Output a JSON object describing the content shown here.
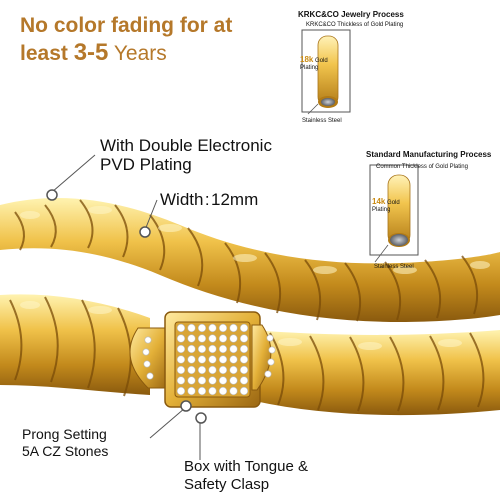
{
  "headline": {
    "line1": "No color fading for at",
    "line2_prefix": "least ",
    "line2_years": "3-5",
    "line2_suffix": " Years"
  },
  "labels": {
    "plating_line1": "With Double Electronic",
    "plating_line2": "PVD Plating",
    "width": "Width : 12mm",
    "prong_line1": "Prong Setting",
    "prong_line2": "5A CZ Stones",
    "box_line1": "Box with Tongue &",
    "box_line2": "Safety Clasp"
  },
  "krkc_process": {
    "title": "KRKC&CO Jewelry Process",
    "subtitle": "KRKC&CO Thickless of Gold Plating",
    "gold_karat": "18k",
    "gold_word": "Gold",
    "plating_word": "Plating",
    "steel": "Stainless Steel"
  },
  "standard_process": {
    "title": "Standard Manufacturing Process",
    "subtitle": "Common Thickless of Gold Plating",
    "gold_karat": "14k",
    "gold_word": "Gold",
    "plating_word": "Plating",
    "steel": "Stainless Steel"
  },
  "colors": {
    "accent": "#b5782a",
    "gold": "#e2b23a",
    "gold_dark": "#a8741a",
    "steel": "#7b7f86"
  }
}
